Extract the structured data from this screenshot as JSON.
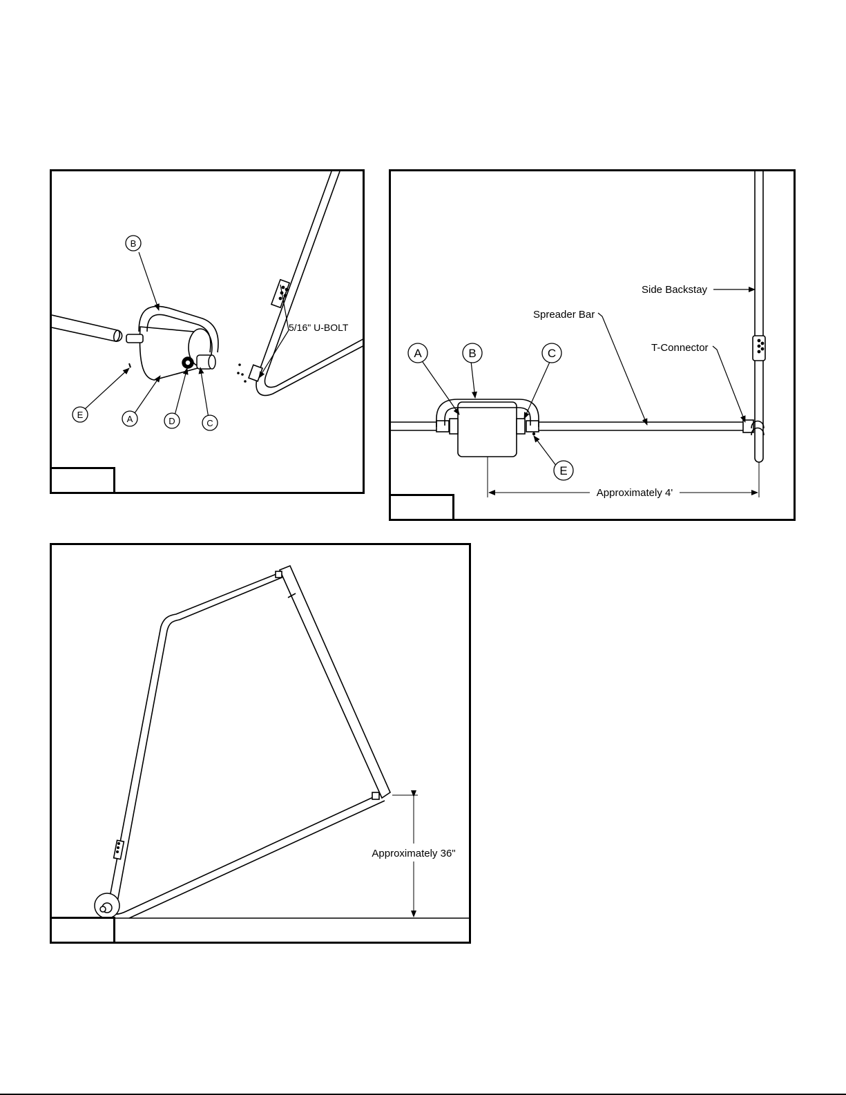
{
  "figures": [
    {
      "callouts": [
        "B",
        "E",
        "A",
        "D",
        "C"
      ],
      "label_ubolt": "5/16\" U-BOLT"
    },
    {
      "callouts": [
        "A",
        "B",
        "C",
        "E"
      ],
      "label_side_backstay": "Side Backstay",
      "label_spreader_bar": "Spreader Bar",
      "label_t_connector": "T-Connector",
      "dimension": "Approximately 4'"
    },
    {
      "dimension": "Approximately 36\""
    }
  ]
}
